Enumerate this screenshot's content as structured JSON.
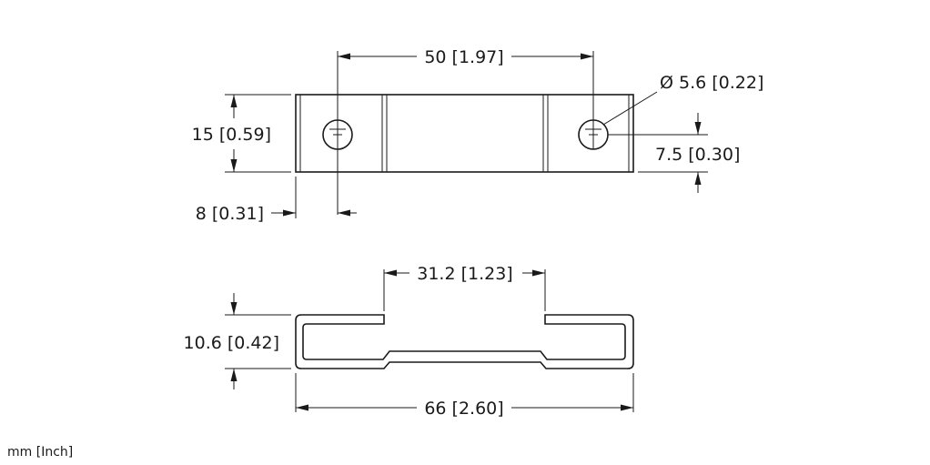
{
  "units_label": "mm [Inch]",
  "top_view": {
    "hole_spacing": "50 [1.97]",
    "hole_diameter": "Ø 5.6 [0.22]",
    "height": "15 [0.59]",
    "hole_center_height": "7.5 [0.30]",
    "hole_edge_offset": "8 [0.31]"
  },
  "side_view": {
    "opening_width": "31.2 [1.23]",
    "thickness": "10.6 [0.42]",
    "overall_length": "66 [2.60]"
  }
}
